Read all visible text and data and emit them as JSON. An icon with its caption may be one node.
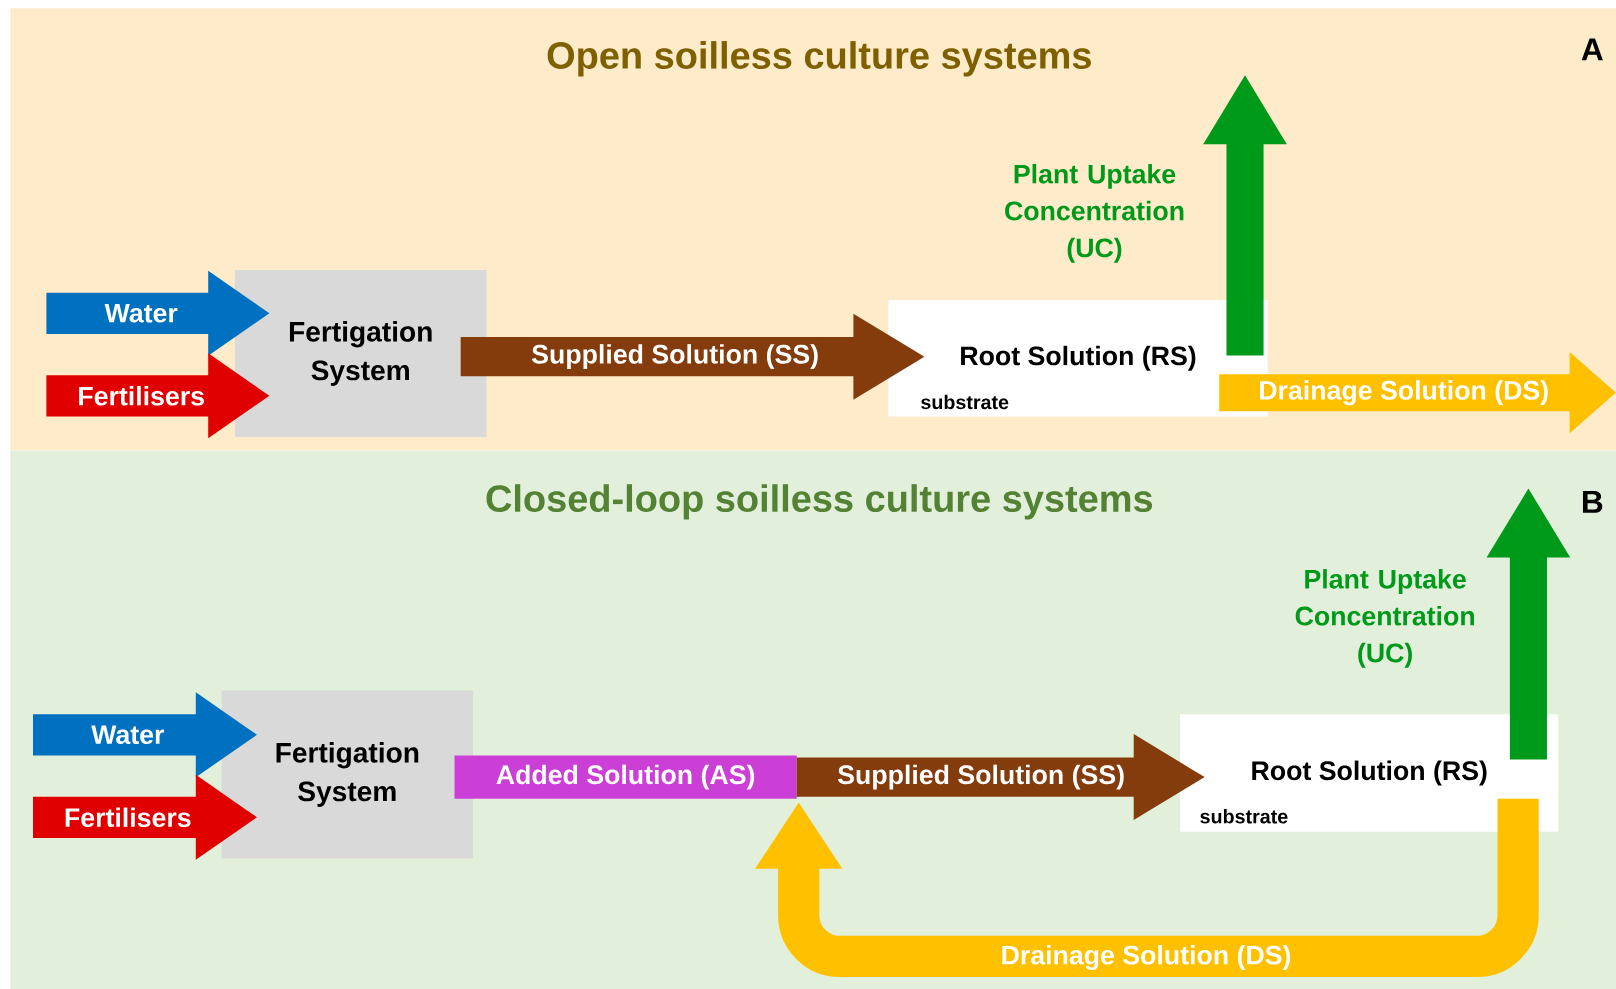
{
  "diagram": {
    "nodes": [
      {
        "text": [
          "Open soilless culture systems"
        ]
      },
      {
        "text": [
          "Fertigation System"
        ],
        "in": 0
      },
      {
        "text": [
          "Root Solution (RS)",
          "substrate"
        ],
        "in": 0
      },
      {
        "text": [
          "Closed-loop soilless culture systems"
        ]
      },
      {
        "text": [
          "Fertigation System"
        ],
        "in": 3
      },
      {
        "text": [
          "Added Solution (AS)"
        ],
        "in": 3
      },
      {
        "text": [
          "Root Solution (RS)",
          "substrate"
        ],
        "in": 3
      }
    ],
    "edges": [
      {
        "from": null,
        "to": 1,
        "arrow": "to",
        "label": "Water",
        "color": "#0070c0"
      },
      {
        "from": null,
        "to": 1,
        "arrow": "to",
        "label": "Fertilisers",
        "color": "#e00000"
      },
      {
        "from": 1,
        "to": 2,
        "arrow": "to",
        "label": "Supplied Solution (SS)",
        "color": "#843c0c"
      },
      {
        "from": 2,
        "to": null,
        "arrow": "to",
        "label": "Plant Uptake Concentration (UC)",
        "color": "#009a1a"
      },
      {
        "from": 2,
        "to": null,
        "arrow": "to",
        "label": "Drainage Solution (DS)",
        "color": "#ffc000"
      },
      {
        "from": null,
        "to": 4,
        "arrow": "to",
        "label": "Water",
        "color": "#0070c0"
      },
      {
        "from": null,
        "to": 4,
        "arrow": "to",
        "label": "Fertilisers",
        "color": "#e00000"
      },
      {
        "from": 5,
        "to": 6,
        "arrow": "to",
        "label": "Supplied Solution (SS)",
        "color": "#843c0c"
      },
      {
        "from": 6,
        "to": null,
        "arrow": "to",
        "label": "Plant Uptake Concentration (UC)",
        "color": "#009a1a"
      },
      {
        "from": 6,
        "to": 5,
        "arrow": "to",
        "label": "Drainage Solution (DS)",
        "color": "#ffc000"
      }
    ],
    "labels": [
      "A",
      "B"
    ]
  }
}
